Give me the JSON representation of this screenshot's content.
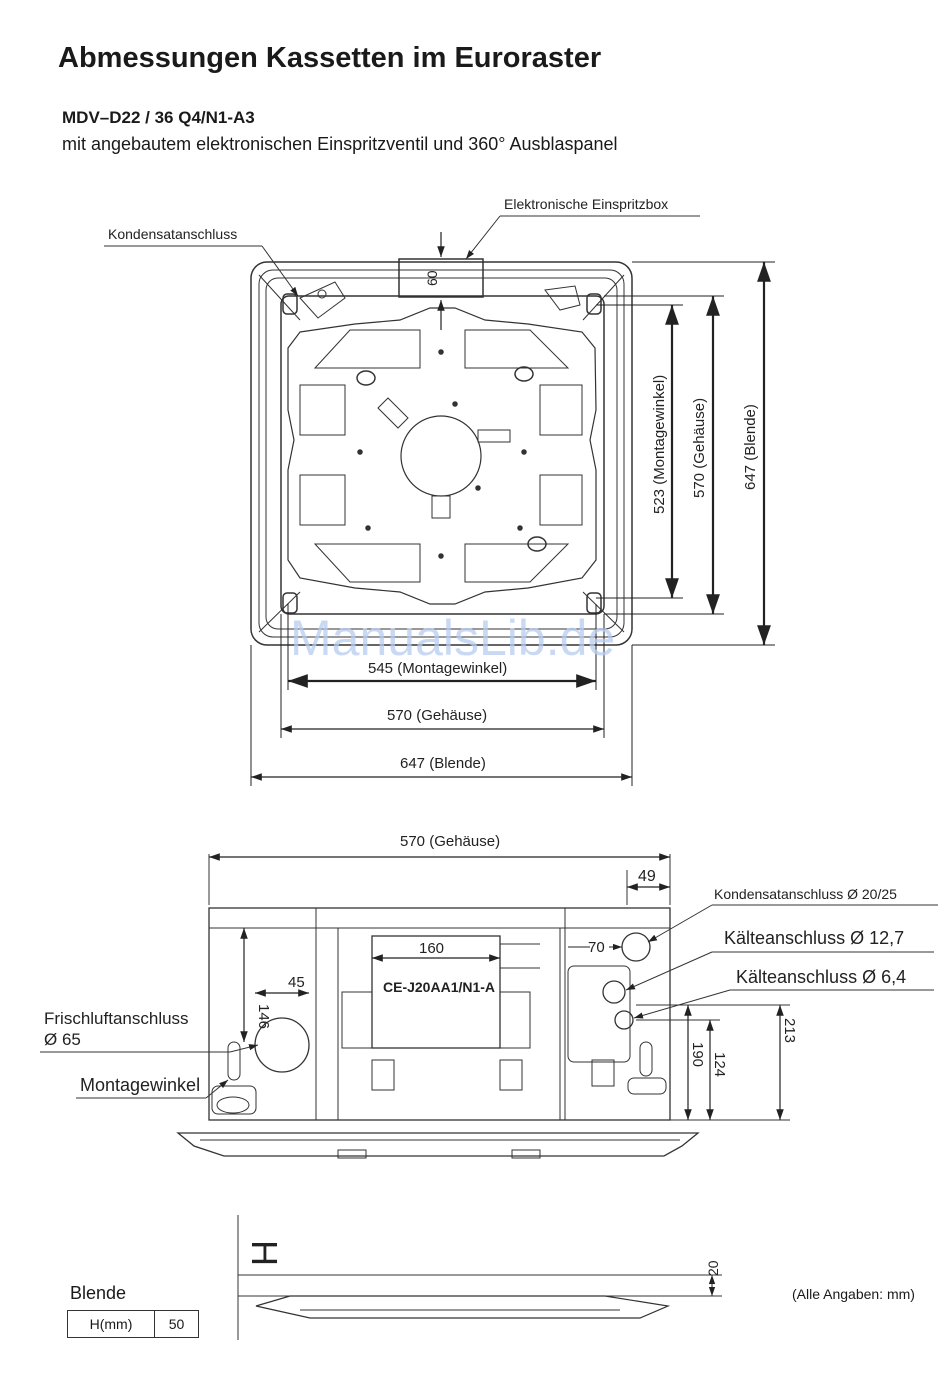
{
  "header": {
    "title": "Abmessungen Kassetten im Euroraster",
    "model": "MDV–D22 / 36 Q4/N1-A3",
    "subtitle": "mit angebautem elektronischen Einspritzventil und 360° Ausblaspanel"
  },
  "top_view": {
    "label_einspritzbox": "Elektronische Einspritzbox",
    "label_kondensat": "Kondensatanschluss",
    "dim_60": "60",
    "dim_montage_h": "545  (Montagewinkel)",
    "dim_gehaeuse_h": "570  (Gehäuse)",
    "dim_blende_h": "647  (Blende)",
    "dim_montage_v": "523  (Montagewinkel)",
    "dim_gehaeuse_v": "570  (Gehäuse)",
    "dim_blende_v": "647  (Blende)",
    "watermark": "ManualsLib.de"
  },
  "side_view": {
    "dim_gehaeuse": "570  (Gehäuse)",
    "dim_49": "49",
    "dim_70": "70",
    "dim_160": "160",
    "dim_146": "146",
    "dim_45": "45",
    "dim_213": "213",
    "dim_190": "190",
    "dim_124": "124",
    "nameplate": "CE-J20AA1/N1-A",
    "label_kondensat": "Kondensatanschluss  Ø 20/25",
    "label_kaelte_1": "Kälteanschluss Ø 12,7",
    "label_kaelte_2": "Kälteanschluss Ø 6,4",
    "label_frischluft_1": "Frischluftanschluss",
    "label_frischluft_2": "Ø 65",
    "label_montagewinkel": "Montagewinkel"
  },
  "panel_view": {
    "h_symbol": "H",
    "dim_20": "20",
    "blende_label": "Blende",
    "table_header": "H(mm)",
    "table_value": "50",
    "footnote": "(Alle Angaben: mm)"
  },
  "colors": {
    "line": "#333333",
    "watermark": "#b8cdf0"
  }
}
